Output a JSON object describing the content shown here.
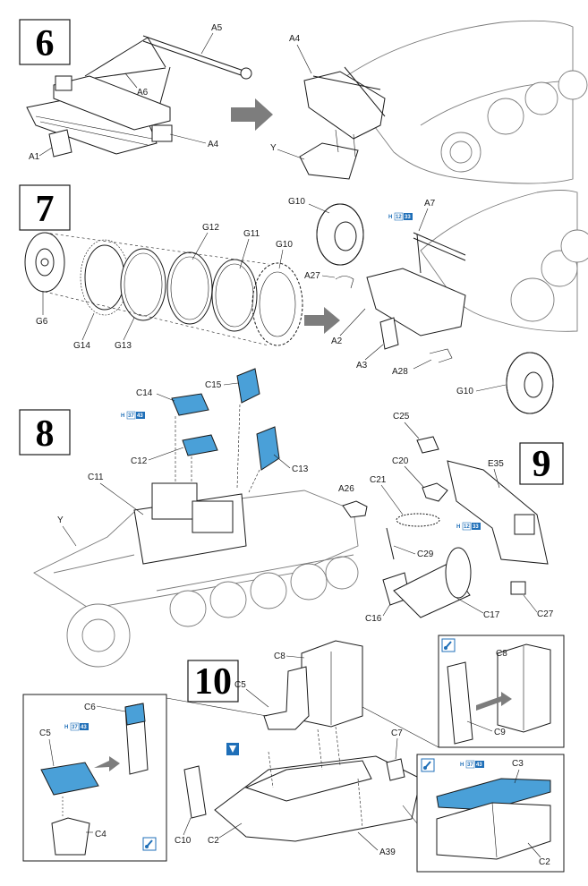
{
  "steps": [
    {
      "id": "6",
      "labels": [
        "A5",
        "A6",
        "A1",
        "A4",
        "A4",
        "Y"
      ]
    },
    {
      "id": "7",
      "labels": [
        "G12",
        "G11",
        "G10",
        "G6",
        "G14",
        "G13",
        "G10",
        "A7",
        "A27",
        "A2",
        "A3",
        "A28",
        "G10"
      ],
      "paint_ref": {
        "code": "H",
        "number": "12",
        "alt": "33"
      }
    },
    {
      "id": "8",
      "labels": [
        "C14",
        "C15",
        "C12",
        "C13",
        "C11",
        "Y",
        "A26"
      ],
      "paint_ref": {
        "code": "H",
        "number": "37",
        "alt": "43"
      }
    },
    {
      "id": "9",
      "labels": [
        "C25",
        "E35",
        "C20",
        "C21",
        "C29",
        "C16",
        "C17",
        "C27"
      ],
      "paint_ref": {
        "code": "H",
        "number": "12",
        "alt": "33"
      }
    },
    {
      "id": "10",
      "labels": [
        "C8",
        "C5",
        "C6",
        "C5",
        "C4",
        "C7",
        "C10",
        "C2",
        "A39",
        "C8",
        "C9",
        "C3",
        "C2"
      ],
      "paint_ref": {
        "code": "H",
        "number": "37",
        "alt": "43"
      }
    }
  ],
  "labels": {
    "s6": {
      "a5": "A5",
      "a6": "A6",
      "a1": "A1",
      "a4a": "A4",
      "a4b": "A4",
      "y": "Y"
    },
    "s7": {
      "g12": "G12",
      "g11": "G11",
      "g10a": "G10",
      "g6": "G6",
      "g14": "G14",
      "g13": "G13",
      "g10b": "G10",
      "a7": "A7",
      "a27": "A27",
      "a2": "A2",
      "a3": "A3",
      "a28": "A28",
      "g10c": "G10"
    },
    "s8": {
      "c14": "C14",
      "c15": "C15",
      "c12": "C12",
      "c13": "C13",
      "c11": "C11",
      "y": "Y",
      "a26": "A26"
    },
    "s9": {
      "c25": "C25",
      "e35": "E35",
      "c20": "C20",
      "c21": "C21",
      "c29": "C29",
      "c16": "C16",
      "c17": "C17",
      "c27": "C27"
    },
    "s10": {
      "c8a": "C8",
      "c5a": "C5",
      "c6": "C6",
      "c5b": "C5",
      "c4": "C4",
      "c7": "C7",
      "c10": "C10",
      "c2a": "C2",
      "a39": "A39",
      "c8b": "C8",
      "c9": "C9",
      "c3": "C3",
      "c2b": "C2"
    }
  },
  "step_numbers": {
    "s6": "6",
    "s7": "7",
    "s8": "8",
    "s9": "9",
    "s10": "10"
  },
  "paint": {
    "h": "H",
    "n12": "12",
    "n33": "33",
    "n37": "37",
    "n43": "43"
  },
  "colors": {
    "part_blue": "#4aa0d8",
    "ref_blue": "#1f6fb8",
    "arrow_gray": "#7d7d7d"
  },
  "icons": [
    "paint-brush-icon",
    "glue-drop-icon",
    "next-step-arrow-icon"
  ]
}
